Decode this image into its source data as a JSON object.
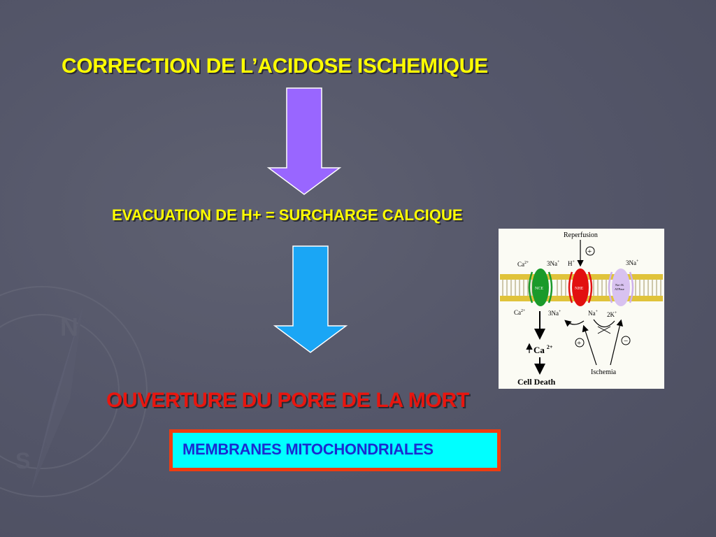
{
  "title": "CORRECTION DE L’ACIDOSE ISCHEMIQUE",
  "step1": "EVACUATION DE H+ = SURCHARGE CALCIQUE",
  "step2": "OUVERTURE DU PORE DE LA MORT",
  "box_label": "MEMBRANES MITOCHONDRIALES",
  "colors": {
    "title": "#ffff00",
    "step2": "#e8160f",
    "arrow1": "#9966ff",
    "arrow2": "#1aa6f5",
    "box_fill": "#00ffff",
    "box_border": "#f03c10",
    "box_text": "#1a2bd0"
  },
  "diagram": {
    "reperfusion": "Reperfusion",
    "plus": "+",
    "minus": "−",
    "ca_top": "Ca",
    "ca_top_sup": "2+",
    "na3_top": "3Na",
    "na3_top_sup": "+",
    "h_top": "H",
    "h_top_sup": "+",
    "na3_right": "3Na",
    "na3_right_sup": "+",
    "nce": "NCE",
    "nhe": "NHE",
    "atpase_1": "Na+/K",
    "atpase_2": "ATPase",
    "ca_bottom": "Ca",
    "ca_bottom_sup": "2+",
    "na3_bottom": "3Na",
    "na3_bottom_sup": "+",
    "na_bottom": "Na",
    "na_bottom_sup": "+",
    "k2": "2K",
    "k2_sup": "+",
    "ca_big": "Ca",
    "ca_big_sup": "2+",
    "ischemia": "Ischemia",
    "cell_death": "Cell Death"
  }
}
